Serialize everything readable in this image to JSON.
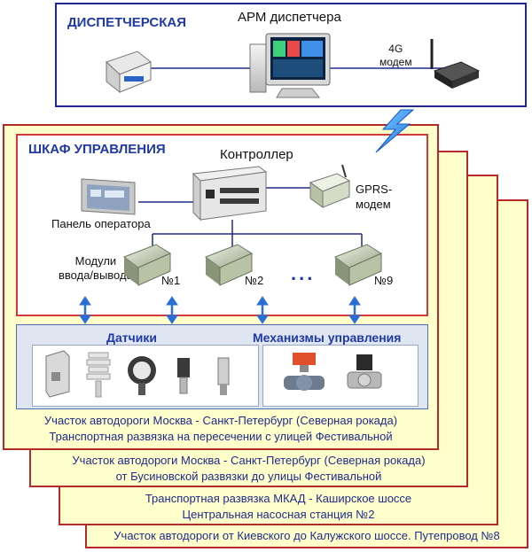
{
  "dispatch": {
    "title": "ДИСПЕТЧЕРСКАЯ",
    "workstation_label": "АРМ диспетчера",
    "modem_label_line1": "4G",
    "modem_label_line2": "модем"
  },
  "control": {
    "title": "ШКАФ УПРАВЛЕНИЯ",
    "controller_label": "Контроллер",
    "operator_panel_label": "Панель оператора",
    "gprs_label_line1": "GPRS-",
    "gprs_label_line2": "модем",
    "io_label_line1": "Модули",
    "io_label_line2": "ввода/вывода",
    "module_numbers": [
      "№1",
      "№2",
      "№9"
    ],
    "ellipsis": "..."
  },
  "field": {
    "sensors_title": "Датчики",
    "mechanisms_title": "Механизмы управления"
  },
  "sites": [
    {
      "line1": "Участок автодороги Москва - Санкт-Петербург (Северная рокада)",
      "line2": "Транспортная развязка на пересечении с улицей Фестивальной"
    },
    {
      "line1": "Участок автодороги Москва - Санкт-Петербург (Северная рокада)",
      "line2": "от Бусиновской развязки до улицы Фестивальной"
    },
    {
      "line1": "Транспортная развязка МКАД - Каширское шоссе",
      "line2": "Центральная насосная станция №2"
    },
    {
      "line1": "Участок автодороги от Киевского до Калужского шоссе. Путепровод №8",
      "line2": ""
    }
  ],
  "colors": {
    "title_blue": "#1f3aa8",
    "cabinet_fill": "#ffffcc",
    "cabinet_border": "#b52a2a",
    "link_line": "#1f2a8c",
    "arrow": "#2a6fd6"
  },
  "icons": [
    "printer-icon",
    "monitor-icon",
    "antenna-icon",
    "modem-icon",
    "lightning-icon",
    "operator-panel-icon",
    "plc-controller-icon",
    "gprs-modem-icon",
    "io-module-icon",
    "sensor-icon",
    "valve-icon"
  ]
}
